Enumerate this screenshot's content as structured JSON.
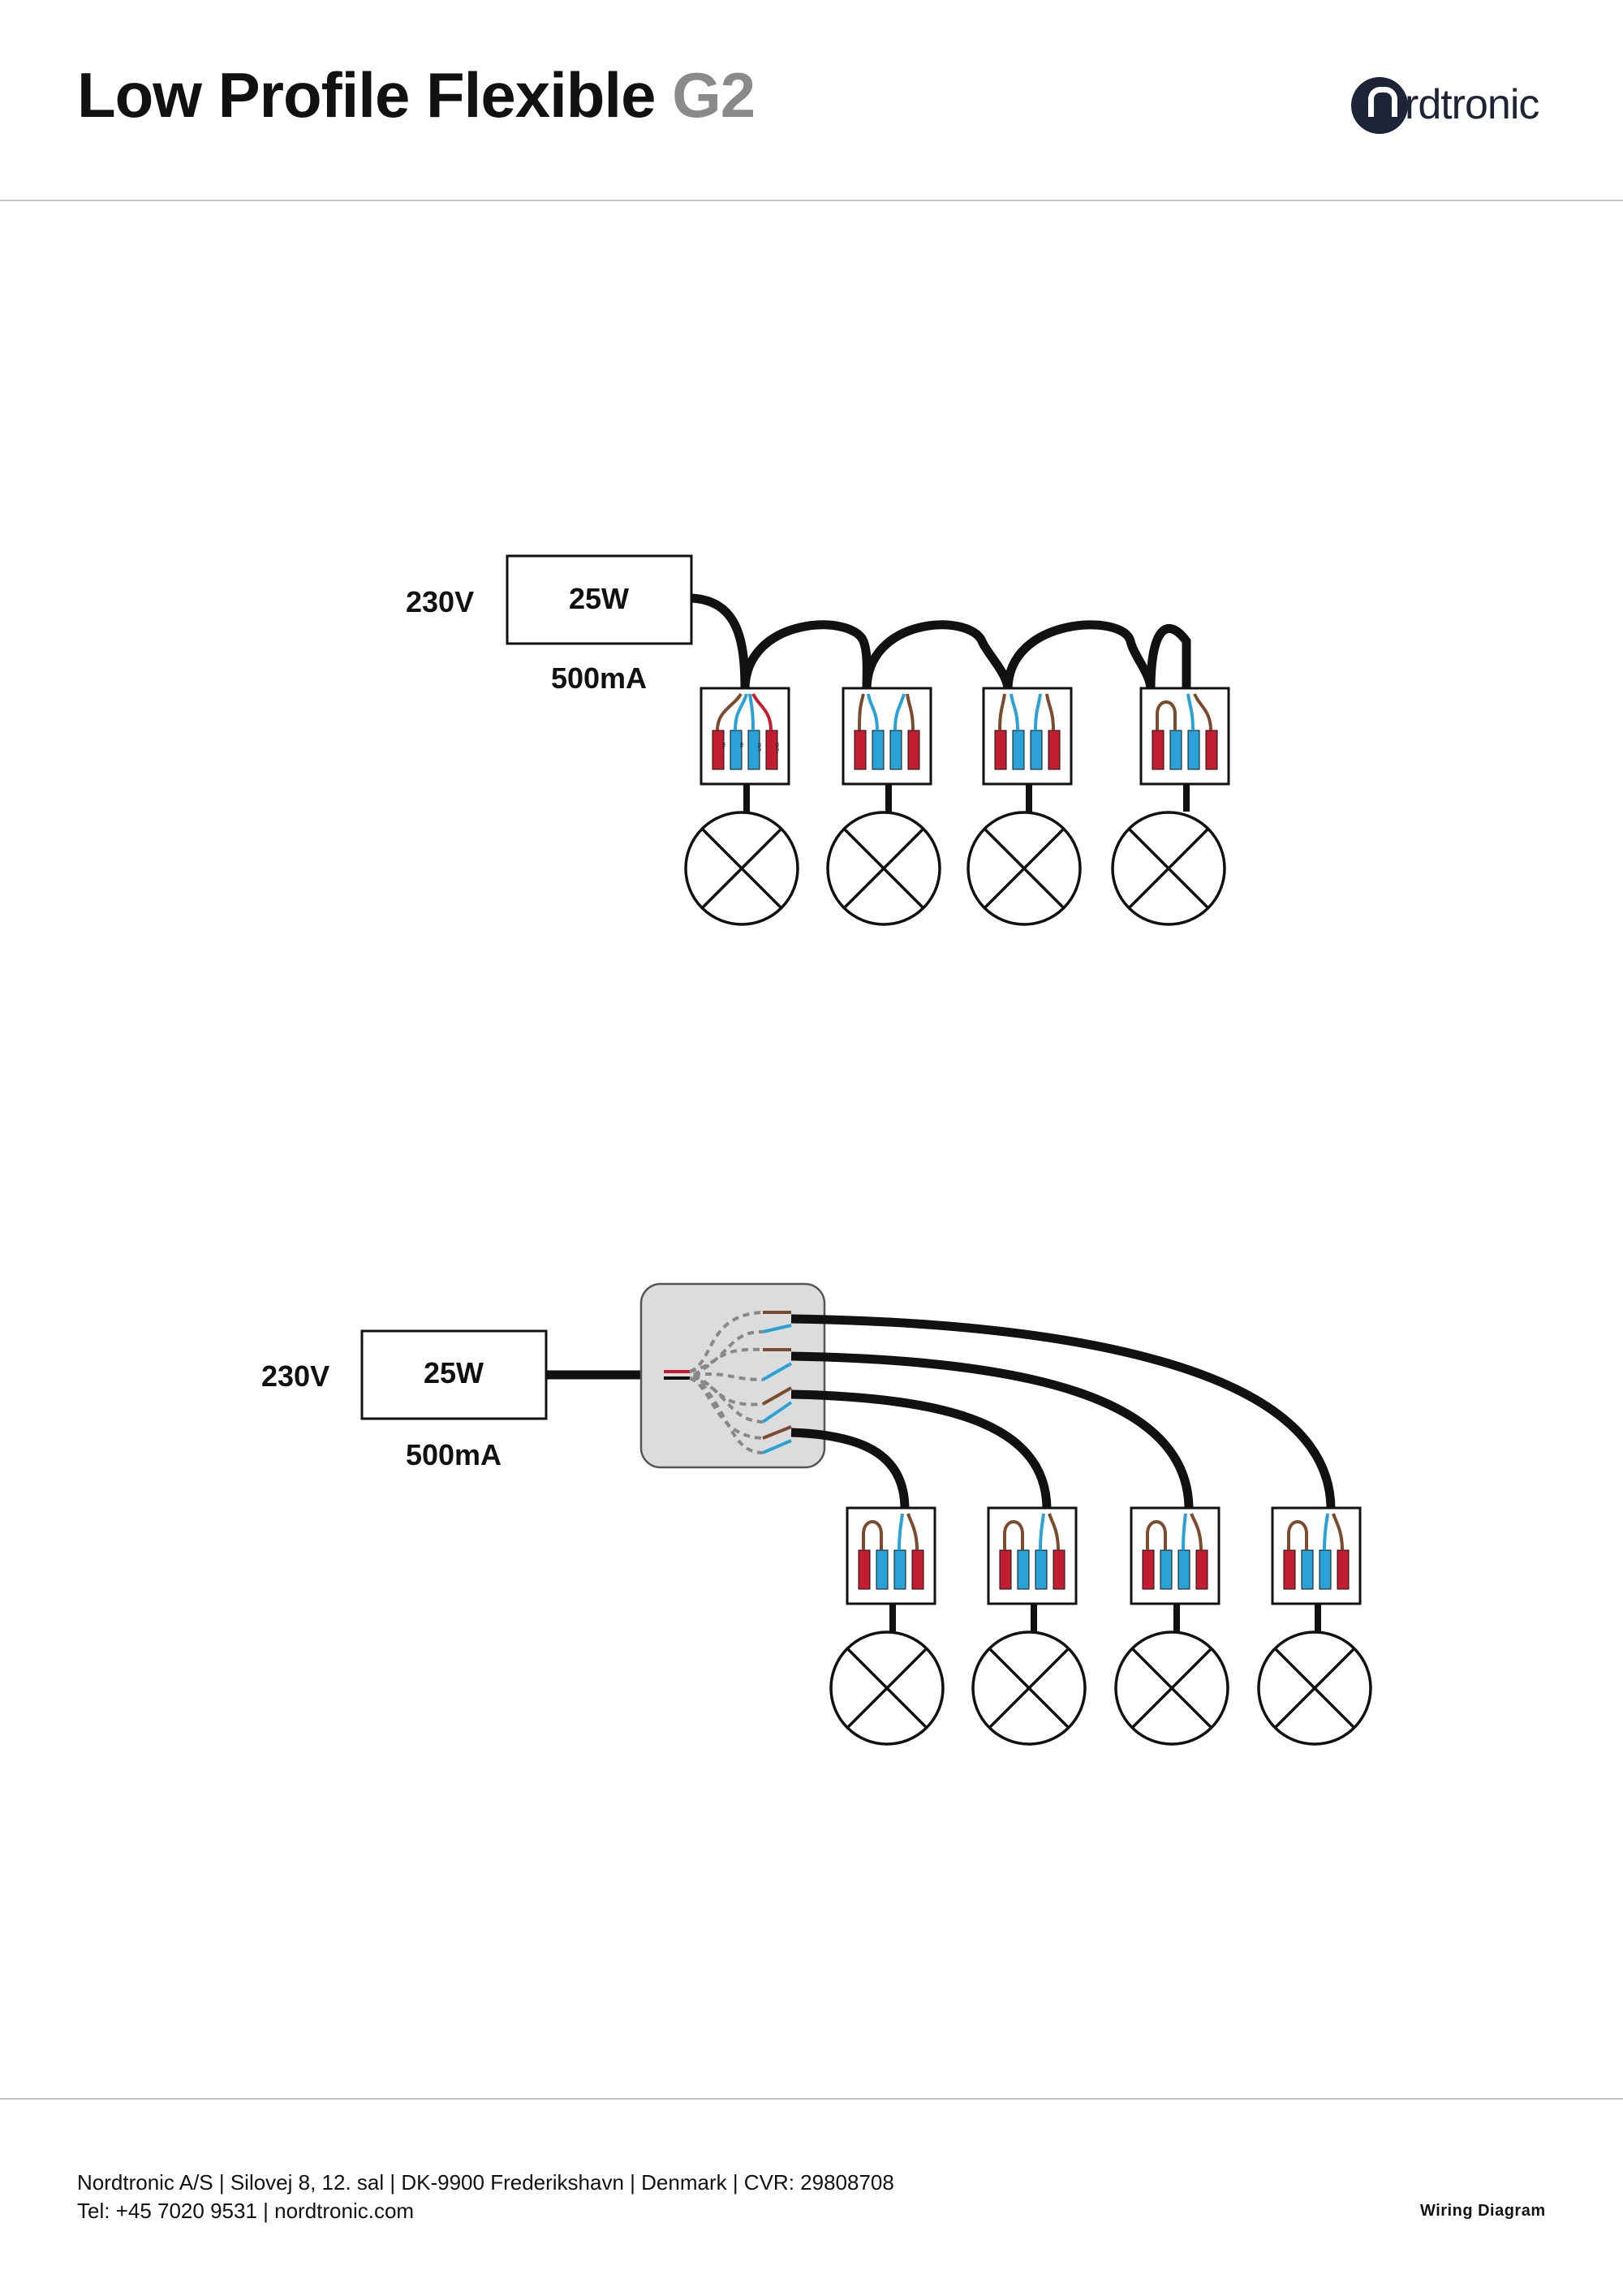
{
  "header": {
    "title_main": "Low Profile Flexible",
    "title_accent": "G2",
    "logo_text": "rdtronic",
    "logo_icon": "nordtronic-n-logo"
  },
  "diagram_top": {
    "voltage": "230V",
    "power": "25W",
    "current": "500mA"
  },
  "diagram_bottom": {
    "voltage": "230V",
    "power": "25W",
    "current": "500mA"
  },
  "terminal_labels": [
    "IN+",
    "IN-",
    "OUT-",
    "OUT+"
  ],
  "colors": {
    "wire_red": "#c31d32",
    "wire_blue": "#2aa2d8",
    "wire_brown": "#7b4b2e",
    "junction_box": "#dcdcdc",
    "cable": "#111111"
  },
  "footer": {
    "line1": "Nordtronic A/S  |  Silovej 8, 12. sal  |  DK-9900 Frederikshavn  |  Denmark  |  CVR: 29808708",
    "line2": "Tel: +45 7020 9531  |  nordtronic.com",
    "tag": "Wiring  Diagram"
  }
}
